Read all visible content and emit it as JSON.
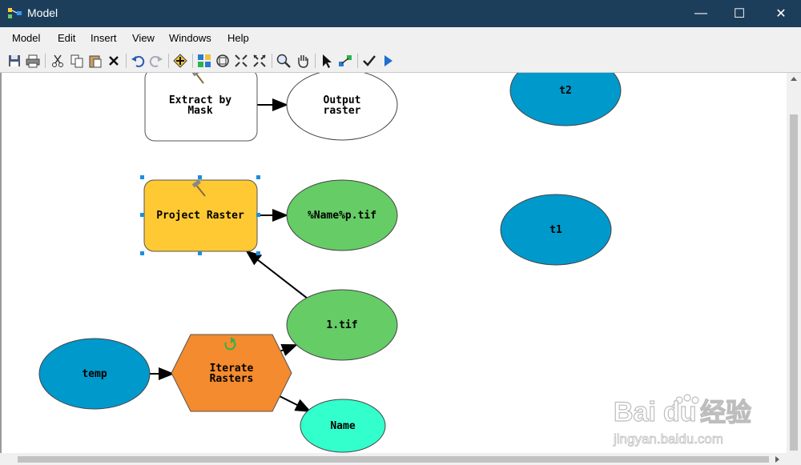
{
  "window": {
    "title": "Model",
    "minimize_glyph": "—",
    "maximize_glyph": "☐",
    "close_glyph": "✕"
  },
  "menu": {
    "items": [
      {
        "label": "Model"
      },
      {
        "label": "Edit"
      },
      {
        "label": "Insert"
      },
      {
        "label": "View"
      },
      {
        "label": "Windows"
      },
      {
        "label": "Help"
      }
    ]
  },
  "toolbar": {
    "buttons": [
      {
        "icon": "save-icon"
      },
      {
        "icon": "print-icon"
      },
      {
        "icon": "cut-icon"
      },
      {
        "icon": "copy-icon"
      },
      {
        "icon": "paste-icon"
      },
      {
        "icon": "delete-icon"
      },
      {
        "icon": "undo-icon"
      },
      {
        "icon": "redo-icon"
      },
      {
        "icon": "add-data-icon"
      },
      {
        "icon": "auto-layout-icon"
      },
      {
        "icon": "full-extent-icon"
      },
      {
        "icon": "zoom-in-fixed-icon"
      },
      {
        "icon": "zoom-out-fixed-icon"
      },
      {
        "icon": "zoom-icon"
      },
      {
        "icon": "pan-icon"
      },
      {
        "icon": "select-icon"
      },
      {
        "icon": "add-connection-icon"
      },
      {
        "icon": "validate-icon"
      },
      {
        "icon": "run-icon"
      }
    ]
  },
  "diagram": {
    "nodes": {
      "extract_by_mask": {
        "line1": "Extract by",
        "line2": "Mask",
        "fill": "#ffffff"
      },
      "output_raster": {
        "line1": "Output",
        "line2": "raster",
        "fill": "#ffffff"
      },
      "project_raster": {
        "label": "Project Raster",
        "fill": "#ffc933"
      },
      "name_p_tif": {
        "label": "%Name%p.tif",
        "fill": "#66cc66"
      },
      "one_tif": {
        "label": "1.tif",
        "fill": "#66cc66"
      },
      "iterate_rasters": {
        "line1": "Iterate",
        "line2": "Rasters",
        "fill": "#f48b2e"
      },
      "temp": {
        "label": "temp",
        "fill": "#0099cc"
      },
      "name": {
        "label": "Name",
        "fill": "#33ffcc"
      },
      "t2": {
        "label": "t2",
        "fill": "#0099cc"
      },
      "t1": {
        "label": "t1",
        "fill": "#0099cc"
      }
    }
  },
  "watermark": {
    "brand_a": "Bai",
    "brand_b": "du",
    "brand_c": "经验",
    "url": "jingyan.baidu.com"
  }
}
